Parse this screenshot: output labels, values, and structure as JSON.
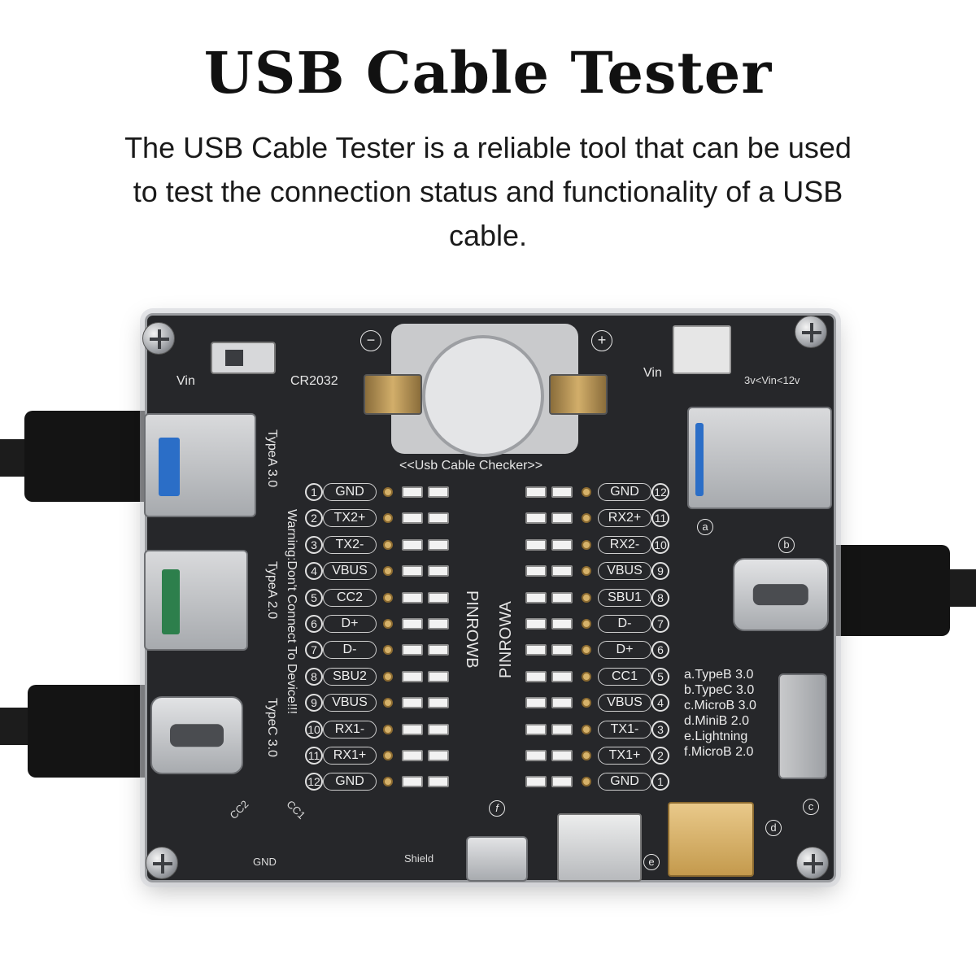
{
  "header": {
    "title": "USB Cable Tester",
    "description": "The USB Cable Tester is a reliable tool that can be used to test the connection status and functionality of a USB cable."
  },
  "board": {
    "checker_label": "<<Usb Cable Checker>>",
    "battery_label": "CR2032",
    "vin_left": "Vin",
    "vin_right": "Vin",
    "vin_range": "3v<Vin<12v",
    "pinrow_a": "PINROWA",
    "pinrow_b": "PINROWB",
    "typea30": "TypeA 3.0",
    "typea20": "TypeA 2.0",
    "typec30": "TypeC 3.0",
    "warning": "Warning:Don't Connect To Device!!!",
    "shield": "Shield",
    "gnd": "GND",
    "cc1": "CC1",
    "cc2": "CC2",
    "pins_b": [
      {
        "num": "1",
        "label": "GND"
      },
      {
        "num": "2",
        "label": "TX2+"
      },
      {
        "num": "3",
        "label": "TX2-"
      },
      {
        "num": "4",
        "label": "VBUS"
      },
      {
        "num": "5",
        "label": "CC2"
      },
      {
        "num": "6",
        "label": "D+"
      },
      {
        "num": "7",
        "label": "D-"
      },
      {
        "num": "8",
        "label": "SBU2"
      },
      {
        "num": "9",
        "label": "VBUS"
      },
      {
        "num": "10",
        "label": "RX1-"
      },
      {
        "num": "11",
        "label": "RX1+"
      },
      {
        "num": "12",
        "label": "GND"
      }
    ],
    "pins_a": [
      {
        "num": "12",
        "label": "GND"
      },
      {
        "num": "11",
        "label": "RX2+"
      },
      {
        "num": "10",
        "label": "RX2-"
      },
      {
        "num": "9",
        "label": "VBUS"
      },
      {
        "num": "8",
        "label": "SBU1"
      },
      {
        "num": "7",
        "label": "D-"
      },
      {
        "num": "6",
        "label": "D+"
      },
      {
        "num": "5",
        "label": "CC1"
      },
      {
        "num": "4",
        "label": "VBUS"
      },
      {
        "num": "3",
        "label": "TX1-"
      },
      {
        "num": "2",
        "label": "TX1+"
      },
      {
        "num": "1",
        "label": "GND"
      }
    ],
    "legend": [
      "a.TypeB 3.0",
      "b.TypeC 3.0",
      "c.MicroB 3.0",
      "d.MiniB 2.0",
      "e.Lightning",
      "f.MicroB 2.0"
    ],
    "port_marks": {
      "a": "a",
      "b": "b",
      "c": "c",
      "d": "d",
      "e": "e",
      "f": "f"
    },
    "minus_sign": "−",
    "plus_sign": "+"
  },
  "colors": {
    "board": "#26272a",
    "battery_holder": "#c9cacc",
    "usb3_tongue": "#2b6ec7",
    "gold_contact": "#d6b26a"
  }
}
